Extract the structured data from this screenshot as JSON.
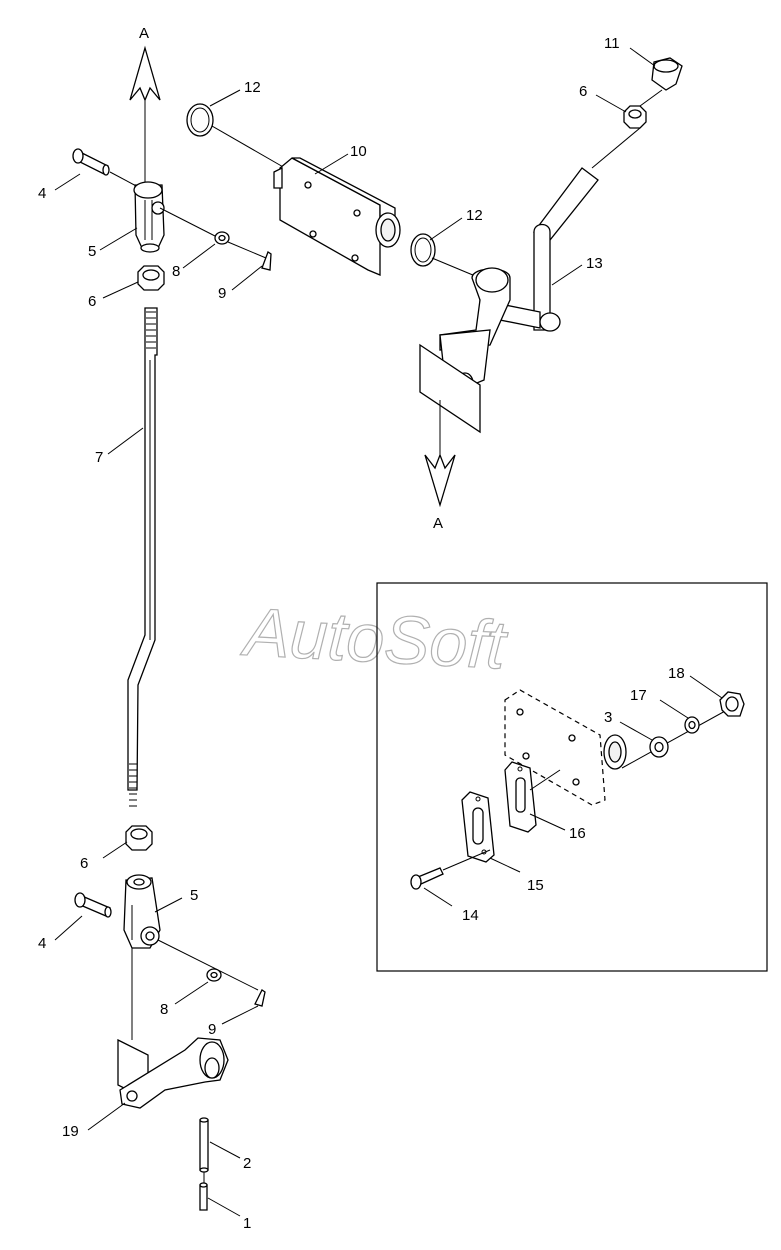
{
  "watermark": "AutoSoft",
  "view_marker_top": "A",
  "view_marker_bottom": "A",
  "callouts": {
    "c1": "1",
    "c2": "2",
    "c3": "3",
    "c4a": "4",
    "c4b": "4",
    "c5a": "5",
    "c5b": "5",
    "c6a": "6",
    "c6b": "6",
    "c6c": "6",
    "c7": "7",
    "c8a": "8",
    "c8b": "8",
    "c9a": "9",
    "c9b": "9",
    "c10": "10",
    "c11": "11",
    "c12a": "12",
    "c12b": "12",
    "c13": "13",
    "c14": "14",
    "c15": "15",
    "c16": "16",
    "c17": "17",
    "c18": "18",
    "c19": "19"
  }
}
